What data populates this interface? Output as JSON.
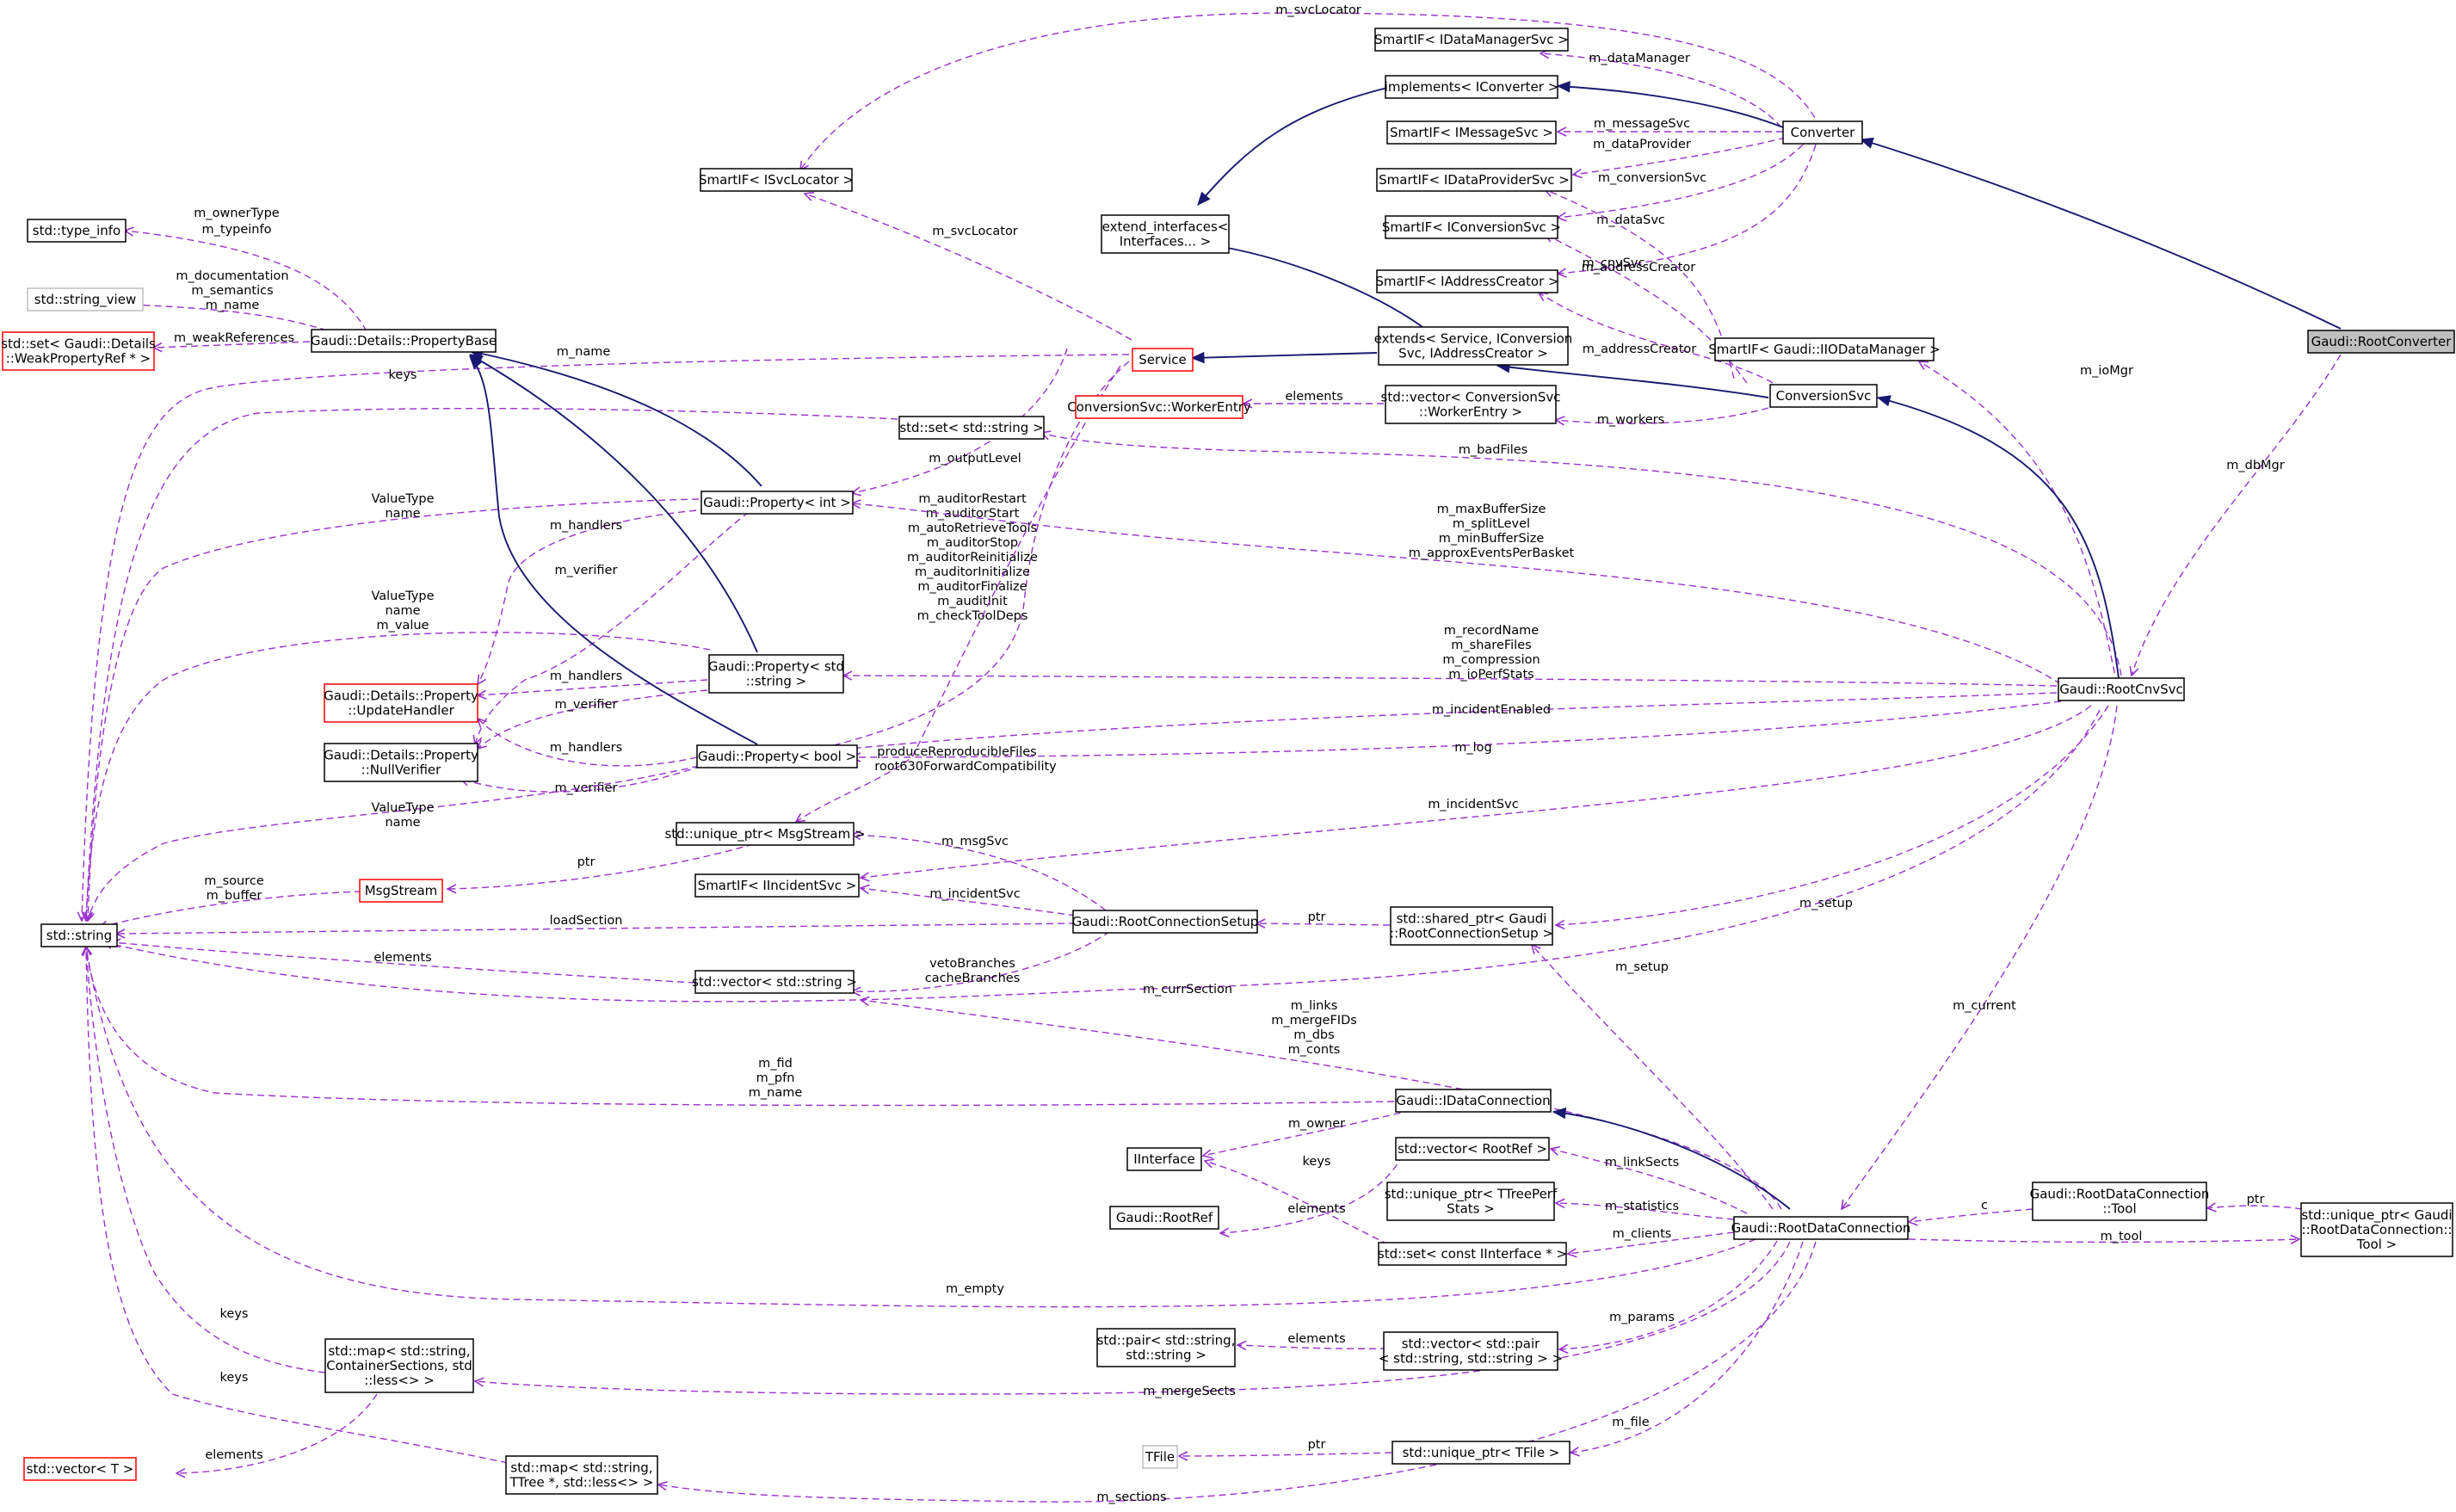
{
  "colors": {
    "usage_edge": "#9a32cd",
    "inherit_edge": "#191970",
    "incomplete_border": "#ff0000",
    "external_border": "#bfbfbf",
    "selected_fill": "#bfbfbf"
  },
  "nodes": {
    "root_converter": [
      "Gaudi::RootConverter"
    ],
    "converter": [
      "Converter"
    ],
    "smartif_datamanagersvc": [
      "SmartIF< IDataManagerSvc >"
    ],
    "implements_iconverter": [
      "implements< IConverter >"
    ],
    "smartif_messagesvc": [
      "SmartIF< IMessageSvc >"
    ],
    "smartif_dataprovidersvc": [
      "SmartIF< IDataProviderSvc >"
    ],
    "smartif_conversionsvc": [
      "SmartIF< IConversionSvc >"
    ],
    "smartif_addresscreator": [
      "SmartIF< IAddressCreator >"
    ],
    "smartif_svclocator": [
      "SmartIF< ISvcLocator >"
    ],
    "extend_interfaces": [
      "extend_interfaces<",
      "Interfaces... >"
    ],
    "extends_service": [
      "extends< Service, IConversion",
      "Svc, IAddressCreator >"
    ],
    "service": [
      "Service"
    ],
    "conversionsvc": [
      "ConversionSvc"
    ],
    "worker_entry": [
      "ConversionSvc::WorkerEntry"
    ],
    "vector_worker_entry": [
      "std::vector< ConversionSvc",
      "::WorkerEntry >"
    ],
    "smartif_iiodatamanager": [
      "SmartIF< Gaudi::IIODataManager >"
    ],
    "std_type_info": [
      "std::type_info"
    ],
    "std_string_view": [
      "std::string_view"
    ],
    "set_weak_property_ref": [
      "std::set< Gaudi::Details",
      "::WeakPropertyRef * >"
    ],
    "property_base": [
      "Gaudi::Details::PropertyBase"
    ],
    "set_string": [
      "std::set< std::string >"
    ],
    "property_int": [
      "Gaudi::Property< int >"
    ],
    "update_handler": [
      "Gaudi::Details::Property",
      "::UpdateHandler"
    ],
    "null_verifier": [
      "Gaudi::Details::Property",
      "::NullVerifier"
    ],
    "property_string": [
      "Gaudi::Property< std",
      "::string >"
    ],
    "property_bool": [
      "Gaudi::Property< bool >"
    ],
    "root_cnv_svc": [
      "Gaudi::RootCnvSvc"
    ],
    "unique_ptr_msgstream": [
      "std::unique_ptr< MsgStream >"
    ],
    "msgstream": [
      "MsgStream"
    ],
    "smartif_incidentsvc": [
      "SmartIF< IIncidentSvc >"
    ],
    "std_string": [
      "std::string"
    ],
    "root_connection_setup": [
      "Gaudi::RootConnectionSetup"
    ],
    "shared_ptr_setup": [
      "std::shared_ptr< Gaudi",
      "::RootConnectionSetup >"
    ],
    "vector_string": [
      "std::vector< std::string >"
    ],
    "idata_connection": [
      "Gaudi::IDataConnection"
    ],
    "iinterface": [
      "IInterface"
    ],
    "vector_rootref": [
      "std::vector< RootRef >"
    ],
    "root_ref": [
      "Gaudi::RootRef"
    ],
    "unique_ptr_ttreeperf": [
      "std::unique_ptr< TTreePerf",
      "Stats >"
    ],
    "set_iinterface": [
      "std::set< const IInterface * >"
    ],
    "root_data_connection": [
      "Gaudi::RootDataConnection"
    ],
    "rdc_tool": [
      "Gaudi::RootDataConnection",
      "::Tool"
    ],
    "unique_ptr_tool": [
      "std::unique_ptr< Gaudi",
      "::RootDataConnection::",
      "Tool >"
    ],
    "map_container_sections": [
      "std::map< std::string,",
      "ContainerSections, std",
      "::less<> >"
    ],
    "pair_string": [
      "std::pair< std::string,",
      "std::string >"
    ],
    "vector_pair": [
      "std::vector< std::pair",
      "< std::string, std::string > >"
    ],
    "vector_t": [
      "std::vector< T >"
    ],
    "tfile": [
      "TFile"
    ],
    "unique_ptr_tfile": [
      "std::unique_ptr< TFile >"
    ],
    "map_ttree": [
      "std::map< std::string,",
      "TTree *, std::less<> >"
    ]
  },
  "edges": {
    "e1": [
      "m_svcLocator"
    ],
    "e2": [
      "m_dataManager"
    ],
    "e3": [
      "m_messageSvc"
    ],
    "e4": [
      "m_dataProvider"
    ],
    "e5": [
      "m_conversionSvc"
    ],
    "e6": [
      "m_addressCreator"
    ],
    "e7": [
      "m_svcLocator"
    ],
    "e8": [
      "m_dataSvc"
    ],
    "e9": [
      "m_cnvSvc"
    ],
    "e10": [
      "m_addressCreator"
    ],
    "e11": [
      "m_workers"
    ],
    "e12": [
      "elements"
    ],
    "e13": [
      "m_ioMgr"
    ],
    "e14": [
      "m_dbMgr"
    ],
    "e15": [
      "m_ownerType",
      "m_typeinfo"
    ],
    "e16": [
      "m_documentation",
      "m_semantics",
      "m_name"
    ],
    "e17": [
      "m_weakReferences"
    ],
    "e18": [
      "m_name"
    ],
    "e19": [
      "keys"
    ],
    "e20": [
      "m_outputLevel"
    ],
    "e21": [
      "m_badFiles"
    ],
    "e22": [
      "ValueType",
      "name"
    ],
    "e23": [
      "m_handlers"
    ],
    "e24": [
      "m_verifier"
    ],
    "e25": [
      "m_auditorRestart",
      "m_auditorStart",
      "m_autoRetrieveTools",
      "m_auditorStop",
      "m_auditorReinitialize",
      "m_auditorInitialize",
      "m_auditorFinalize",
      "m_auditInit",
      "m_checkToolDeps"
    ],
    "e26": [
      "m_maxBufferSize",
      "m_splitLevel",
      "m_minBufferSize",
      "m_approxEventsPerBasket"
    ],
    "e27": [
      "ValueType",
      "name",
      "m_value"
    ],
    "e28": [
      "m_handlers"
    ],
    "e29": [
      "m_verifier"
    ],
    "e30": [
      "m_recordName",
      "m_shareFiles",
      "m_compression",
      "m_ioPerfStats"
    ],
    "e31": [
      "m_handlers"
    ],
    "e32": [
      "m_verifier"
    ],
    "e33": [
      "m_incidentEnabled"
    ],
    "e34": [
      "m_log"
    ],
    "e35": [
      "produceReproducibleFiles",
      "root630ForwardCompatibility"
    ],
    "e36": [
      "ValueType",
      "name"
    ],
    "e37": [
      "m_incidentSvc"
    ],
    "e38": [
      "m_msgSvc"
    ],
    "e39": [
      "ptr"
    ],
    "e40": [
      "m_source",
      "m_buffer"
    ],
    "e41": [
      "m_incidentSvc"
    ],
    "e42": [
      "loadSection"
    ],
    "e43": [
      "ptr"
    ],
    "e44": [
      "m_setup"
    ],
    "e45": [
      "elements"
    ],
    "e46": [
      "vetoBranches",
      "cacheBranches"
    ],
    "e47": [
      "m_currSection"
    ],
    "e48": [
      "m_setup"
    ],
    "e49": [
      "m_links",
      "m_mergeFIDs",
      "m_dbs",
      "m_conts"
    ],
    "e50": [
      "m_current"
    ],
    "e51": [
      "m_fid",
      "m_pfn",
      "m_name"
    ],
    "e52": [
      "m_owner"
    ],
    "e53": [
      "keys"
    ],
    "e54": [
      "m_linkSects"
    ],
    "e55": [
      "elements"
    ],
    "e56": [
      "m_statistics"
    ],
    "e57": [
      "c"
    ],
    "e58": [
      "ptr"
    ],
    "e59": [
      "m_clients"
    ],
    "e60": [
      "m_tool"
    ],
    "e61": [
      "m_empty"
    ],
    "e62": [
      "keys"
    ],
    "e63": [
      "m_params"
    ],
    "e64": [
      "elements"
    ],
    "e65": [
      "m_mergeSects"
    ],
    "e66": [
      "keys"
    ],
    "e67": [
      "elements"
    ],
    "e68": [
      "m_file"
    ],
    "e69": [
      "ptr"
    ],
    "e70": [
      "m_sections"
    ]
  }
}
